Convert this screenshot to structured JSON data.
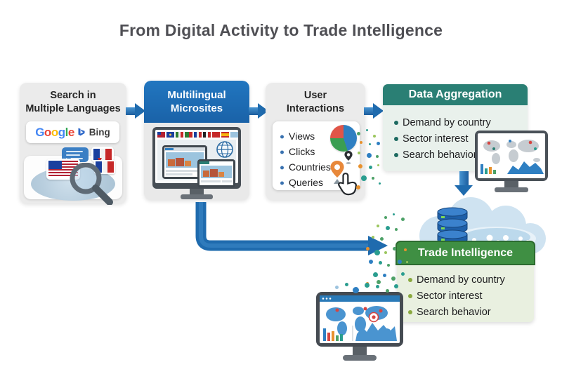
{
  "title": "From Digital Activity to Trade Intelligence",
  "search_box": {
    "title_line1": "Search in",
    "title_line2": "Multiple Languages",
    "google_letters": [
      "G",
      "o",
      "o",
      "g",
      "l",
      "e"
    ],
    "bing_label": "Bing"
  },
  "microsites_box": {
    "title_line1": "Multilingual",
    "title_line2": "Microsites"
  },
  "interactions_box": {
    "title_line1": "User",
    "title_line2": "Interactions",
    "items": [
      "Views",
      "Clicks",
      "Countries",
      "Queries"
    ]
  },
  "aggregation_box": {
    "title": "Data Aggregation",
    "items": [
      "Demand by country",
      "Sector interest",
      "Search behavior"
    ]
  },
  "intelligence_box": {
    "title": "Trade Intelligence",
    "items": [
      "Demand by country",
      "Sector interest",
      "Search behavior"
    ]
  },
  "colors": {
    "arrow_blue": "#1f6bae",
    "microsites_header": "#1d6cb3",
    "aggregation_header": "#2a7f74",
    "intelligence_header": "#3f8f43",
    "google_letter_colors": [
      "#4285F4",
      "#EA4335",
      "#FBBC05",
      "#4285F4",
      "#34A853",
      "#EA4335"
    ],
    "pie_slices": [
      "#e05548",
      "#2e7fc2",
      "#3a9e52"
    ],
    "dot_teal": "#2a9d8f",
    "dot_green": "#4da167",
    "dot_light_green": "#9bc65d",
    "dot_orange": "#e8912d",
    "dot_blue": "#2e7fc2",
    "dot_light_blue": "#9cc3de"
  }
}
